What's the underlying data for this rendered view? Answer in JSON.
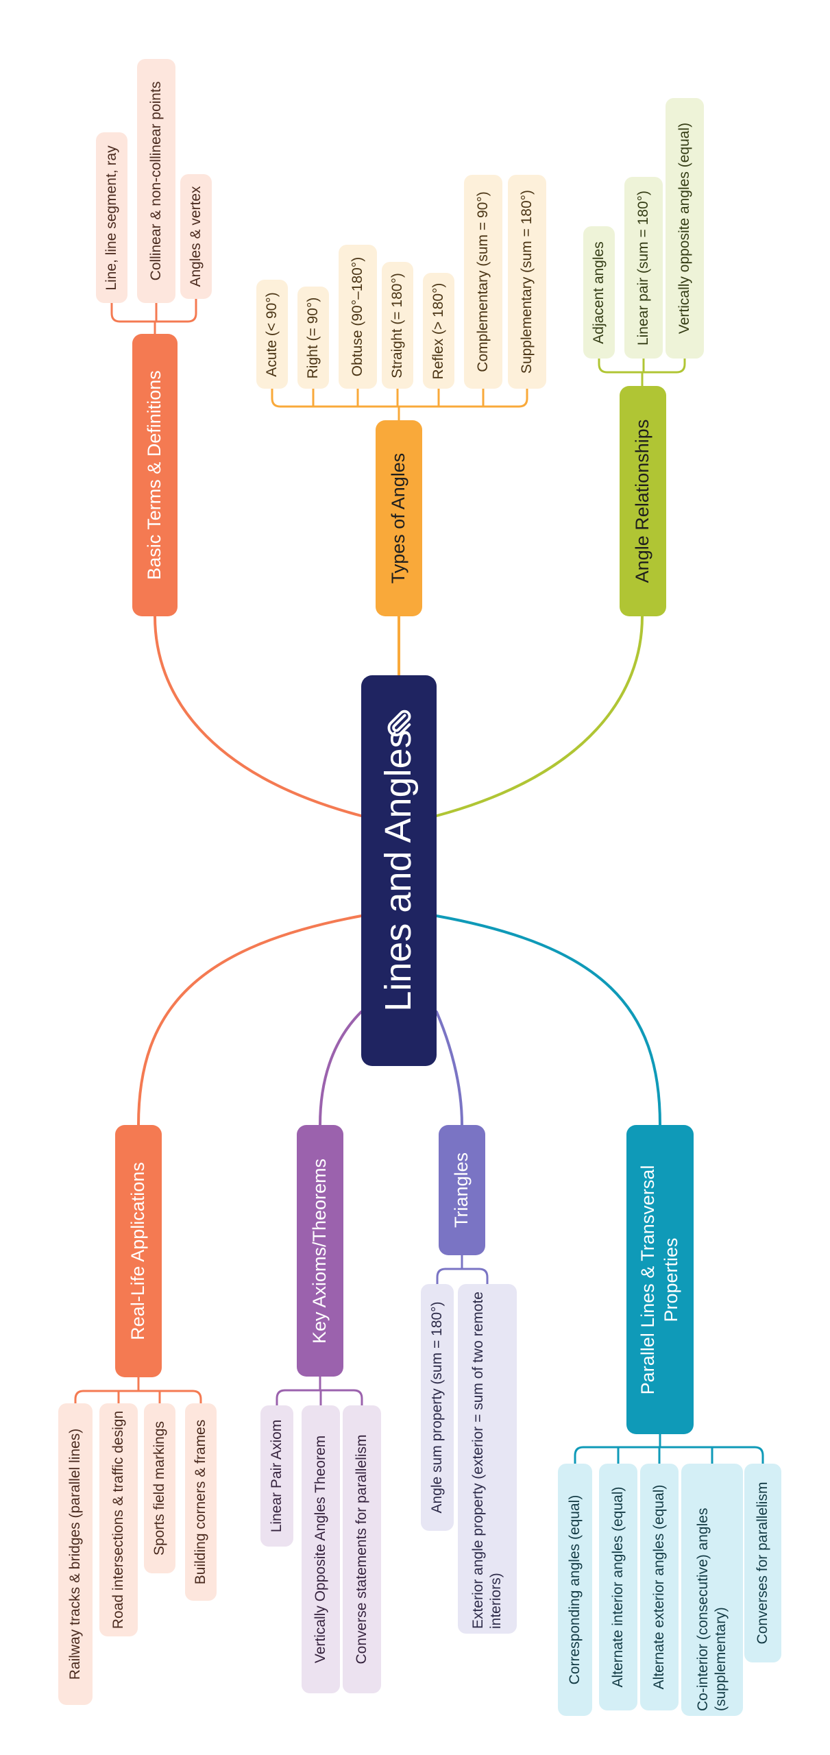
{
  "root": {
    "title": "Lines and Angles",
    "icon": "paperclip-icon",
    "color": "#1f2461"
  },
  "branches": [
    {
      "id": "basic",
      "label": "Basic Terms & Definitions",
      "color": "#f47a52",
      "leaf_bg": "#fde6dd",
      "leaf_text": "#4a2a1e",
      "leaves": [
        "Line, line segment, ray",
        "Collinear & non-collinear points",
        "Angles & vertex"
      ]
    },
    {
      "id": "types",
      "label": "Types of Angles",
      "color": "#f9a93a",
      "leaf_bg": "#fdf0da",
      "leaf_text": "#4a3414",
      "leaves": [
        "Acute (< 90°)",
        "Right (= 90°)",
        "Obtuse (90°–180°)",
        "Straight (= 180°)",
        "Reflex (> 180°)",
        "Complementary (sum = 90°)",
        "Supplementary (sum = 180°)"
      ]
    },
    {
      "id": "relationships",
      "label": "Angle Relationships",
      "color": "#b0c534",
      "leaf_bg": "#eef3d8",
      "leaf_text": "#343c14",
      "leaves": [
        "Adjacent angles",
        "Linear pair (sum = 180°)",
        "Vertically opposite angles (equal)"
      ]
    },
    {
      "id": "reallife",
      "label": "Real-Life Applications",
      "color": "#f47a52",
      "leaf_bg": "#fde6dd",
      "leaf_text": "#4a2a1e",
      "leaves": [
        "Railway tracks & bridges (parallel lines)",
        "Road intersections & traffic design",
        "Sports field markings",
        "Building corners & frames"
      ]
    },
    {
      "id": "axioms",
      "label": "Key Axioms/Theorems",
      "color": "#9b62ad",
      "leaf_bg": "#ece2f0",
      "leaf_text": "#35223d",
      "leaves": [
        "Linear Pair Axiom",
        "Vertically Opposite Angles Theorem",
        "Converse statements for parallelism"
      ]
    },
    {
      "id": "triangles",
      "label": "Triangles",
      "color": "#7a74c4",
      "leaf_bg": "#e7e6f4",
      "leaf_text": "#2c2a48",
      "leaves": [
        "Angle sum property (sum = 180°)",
        "Exterior angle property (exterior = sum of two remote interiors)"
      ]
    },
    {
      "id": "parallel",
      "label": "Parallel Lines & Transversal Properties",
      "color": "#0f9ab8",
      "leaf_bg": "#d4eff6",
      "leaf_text": "#123a44",
      "leaves": [
        "Corresponding angles (equal)",
        "Alternate interior angles (equal)",
        "Alternate exterior angles (equal)",
        "Co-interior (consecutive) angles (supplementary)",
        "Converses for parallelism"
      ]
    }
  ]
}
